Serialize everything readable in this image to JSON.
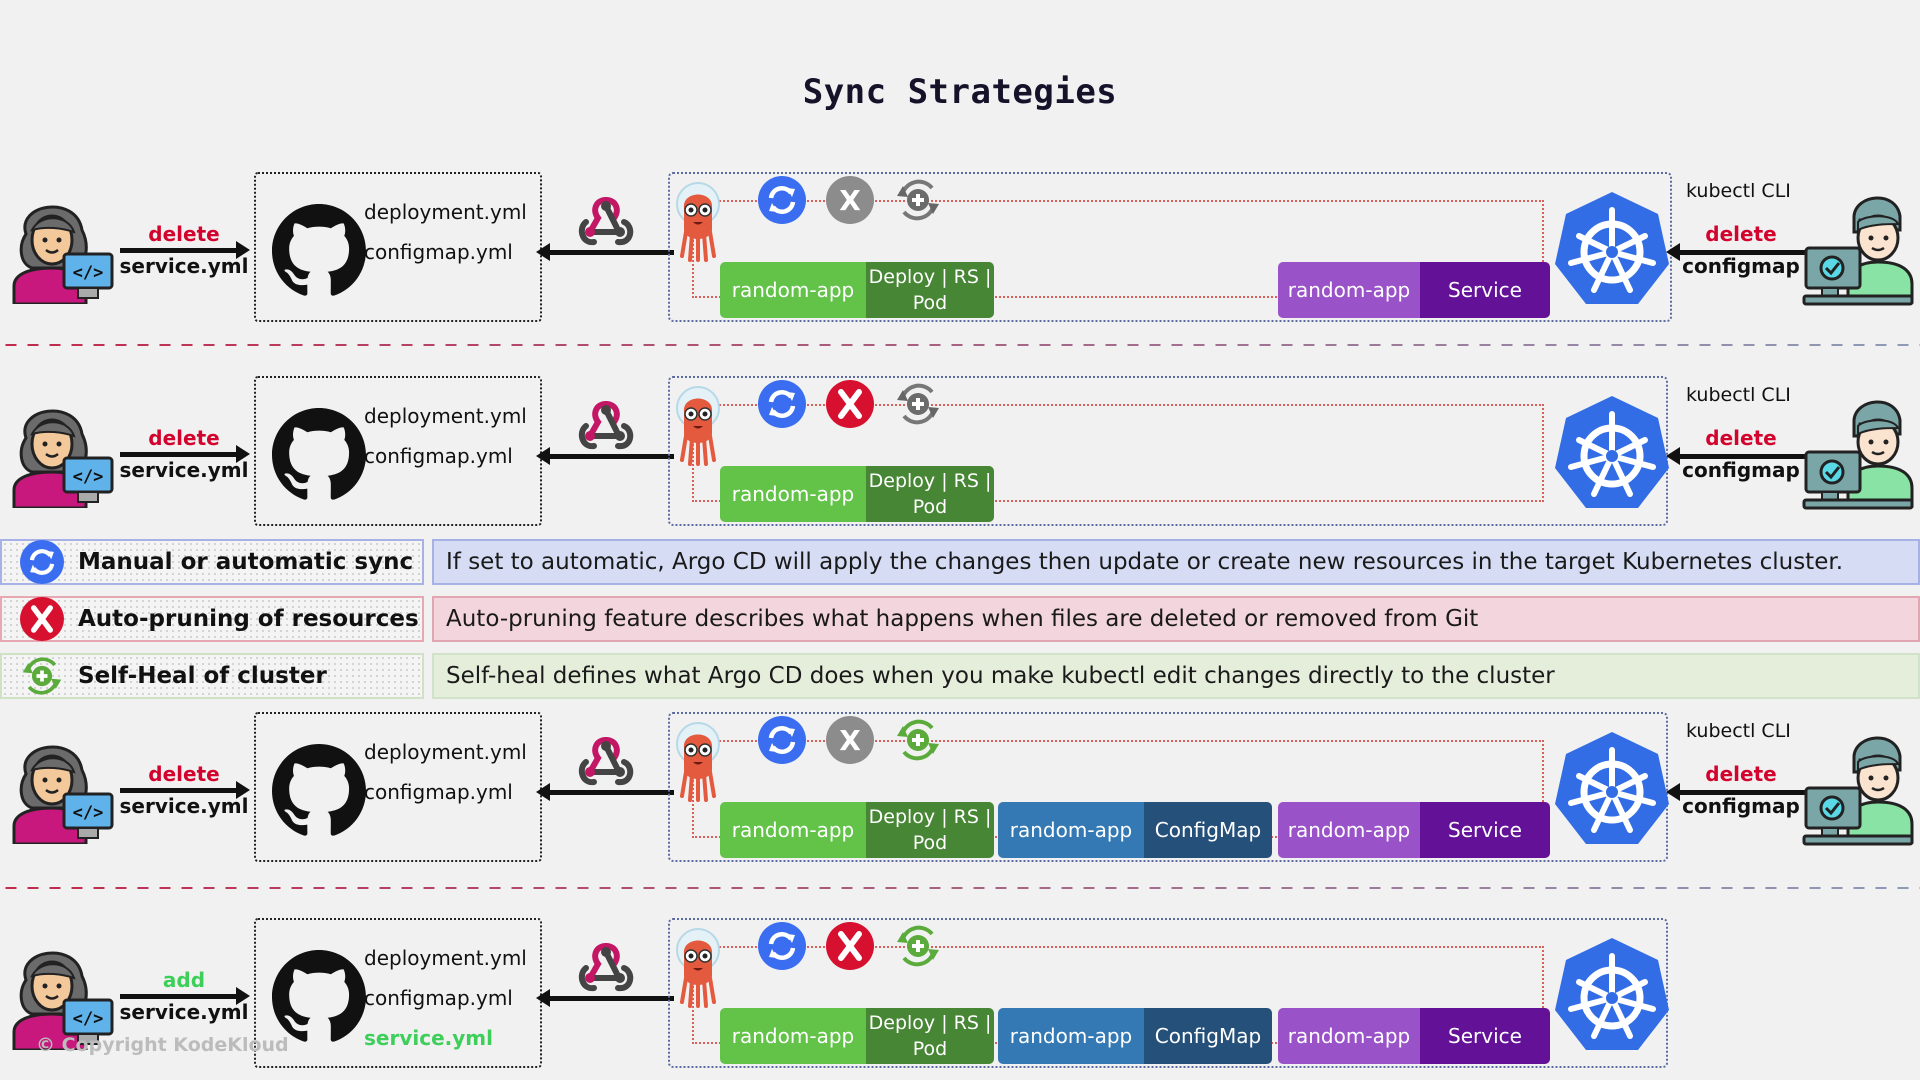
{
  "title": "Sync Strategies",
  "colors": {
    "sync_blue": "#3a6df0",
    "prune_red": "#d6102e",
    "prune_gray": "#8c8c8c",
    "heal_green": "#5aab3b",
    "heal_gray": "#6b6b6b",
    "deploy_light": "#62c348",
    "deploy_dark": "#478634",
    "configmap_light": "#3479b3",
    "configmap_dark": "#25507a",
    "service_light": "#9a52c9",
    "service_dark": "#631197",
    "delete_text": "#d2042d",
    "add_text": "#3ecf5a",
    "k8s_blue": "#326de6"
  },
  "scenarios": [
    {
      "user_action": {
        "verb": "delete",
        "file": "service.yml"
      },
      "repo_files": [
        "deployment.yml",
        "configmap.yml"
      ],
      "icons": {
        "sync": "enabled",
        "prune": "disabled",
        "self_heal": "disabled"
      },
      "resources": [
        {
          "name": "random-app",
          "kind": "Deploy | RS | Pod"
        },
        {
          "name": "random-app",
          "kind": "Service"
        }
      ],
      "kubectl": {
        "label": "kubectl CLI",
        "verb": "delete",
        "target": "configmap"
      }
    },
    {
      "user_action": {
        "verb": "delete",
        "file": "service.yml"
      },
      "repo_files": [
        "deployment.yml",
        "configmap.yml"
      ],
      "icons": {
        "sync": "enabled",
        "prune": "enabled",
        "self_heal": "disabled"
      },
      "resources": [
        {
          "name": "random-app",
          "kind": "Deploy | RS | Pod"
        }
      ],
      "kubectl": {
        "label": "kubectl CLI",
        "verb": "delete",
        "target": "configmap"
      }
    },
    {
      "user_action": {
        "verb": "delete",
        "file": "service.yml"
      },
      "repo_files": [
        "deployment.yml",
        "configmap.yml"
      ],
      "icons": {
        "sync": "enabled",
        "prune": "disabled",
        "self_heal": "enabled"
      },
      "resources": [
        {
          "name": "random-app",
          "kind": "Deploy | RS | Pod"
        },
        {
          "name": "random-app",
          "kind": "ConfigMap"
        },
        {
          "name": "random-app",
          "kind": "Service"
        }
      ],
      "kubectl": {
        "label": "kubectl CLI",
        "verb": "delete",
        "target": "configmap"
      }
    },
    {
      "user_action": {
        "verb": "add",
        "file": "service.yml"
      },
      "repo_files": [
        "deployment.yml",
        "configmap.yml"
      ],
      "repo_new_file": "service.yml",
      "icons": {
        "sync": "enabled",
        "prune": "enabled",
        "self_heal": "enabled"
      },
      "resources": [
        {
          "name": "random-app",
          "kind": "Deploy | RS | Pod"
        },
        {
          "name": "random-app",
          "kind": "ConfigMap"
        },
        {
          "name": "random-app",
          "kind": "Service"
        }
      ]
    }
  ],
  "legend": [
    {
      "icon": "sync-icon",
      "label": "Manual or automatic sync",
      "description": "If set to automatic, Argo CD will apply the changes then update or create new resources in the target Kubernetes cluster."
    },
    {
      "icon": "prune-icon",
      "label": "Auto-pruning of resources",
      "description": "Auto-pruning feature describes what happens when files are deleted or removed from Git"
    },
    {
      "icon": "self-heal-icon",
      "label": "Self-Heal of cluster",
      "description": "Self-heal defines what Argo CD does when you make kubectl edit changes directly to the cluster"
    }
  ],
  "copyright": "© Copyright KodeKloud"
}
